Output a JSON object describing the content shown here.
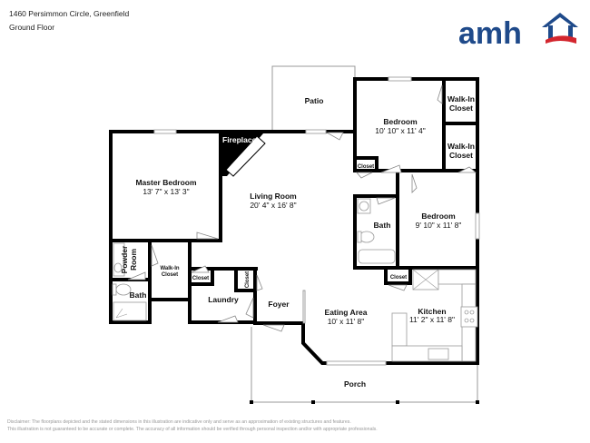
{
  "header": {
    "address": "1460 Persimmon Circle, Greenfield",
    "floor": "Ground Floor"
  },
  "logo": {
    "text": "amh",
    "brand_color": "#1f4a8a",
    "accent_color": "#d3262e"
  },
  "rooms": {
    "patio": {
      "name": "Patio"
    },
    "bedroom1": {
      "name": "Bedroom",
      "dims": "10' 10\" x 11' 4\""
    },
    "walkin1": {
      "name_line1": "Walk-In",
      "name_line2": "Closet"
    },
    "walkin2": {
      "name_line1": "Walk-In",
      "name_line2": "Closet"
    },
    "closet_b1": {
      "name": "Closet"
    },
    "fireplace": {
      "name": "Fireplace"
    },
    "master": {
      "name": "Master Bedroom",
      "dims": "13' 7\" x 13' 3\""
    },
    "living": {
      "name": "Living Room",
      "dims": "20' 4\" x 16' 8\""
    },
    "bath2": {
      "name": "Bath"
    },
    "bedroom2": {
      "name": "Bedroom",
      "dims": "9' 10\" x 11' 8\""
    },
    "powder": {
      "name_line1": "Powder",
      "name_line2": "Room"
    },
    "walkin_master": {
      "name_line1": "Walk-In",
      "name_line2": "Closet"
    },
    "closet_l1": {
      "name": "Closet"
    },
    "closet_l2": {
      "name": "Closet"
    },
    "bath_master": {
      "name": "Bath"
    },
    "laundry": {
      "name": "Laundry"
    },
    "foyer": {
      "name": "Foyer"
    },
    "closet_k": {
      "name": "Closet"
    },
    "eating": {
      "name": "Eating Area",
      "dims": "10' x 11' 8\""
    },
    "kitchen": {
      "name": "Kitchen",
      "dims": "11' 2\" x 11' 8\""
    },
    "porch": {
      "name": "Porch"
    }
  },
  "disclaimer": {
    "line1": "Disclaimer: The floorplans depicted and the stated dimensions in this illustration are indicative only and serve as an approximation of existing structures and features.",
    "line2": "This illustration is not guaranteed to be accurate or complete. The accuracy of all information should be verified through personal inspection and/or with appropriate professionals."
  }
}
